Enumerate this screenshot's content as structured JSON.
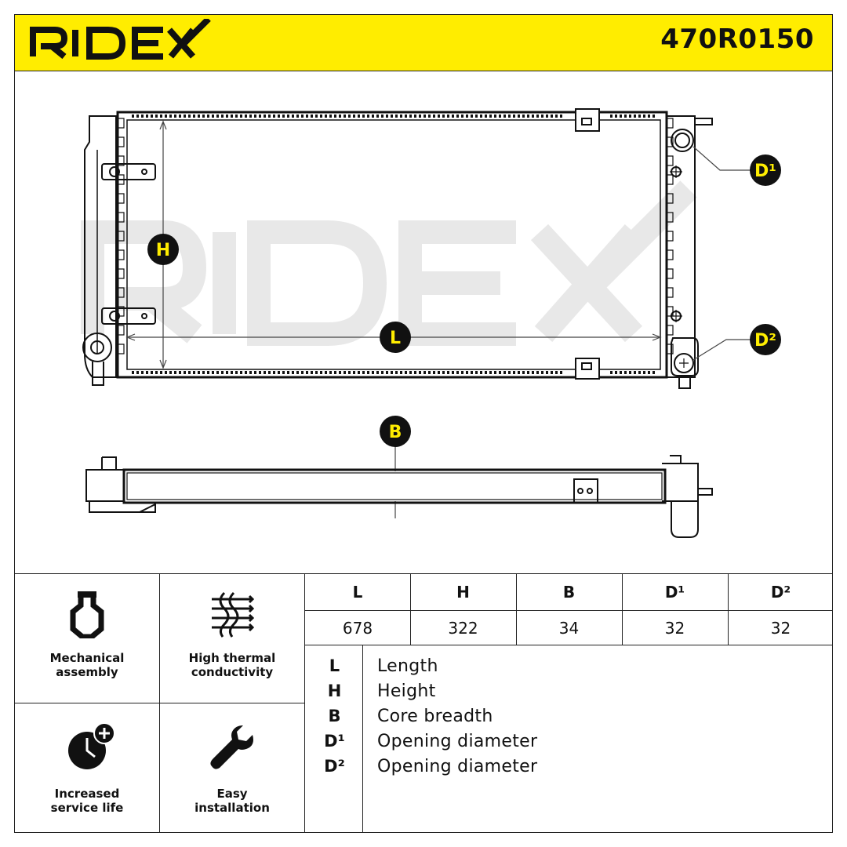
{
  "header": {
    "brand": "RIDEX",
    "part_number": "470R0150"
  },
  "drawing": {
    "labels": {
      "height": "H",
      "length": "L",
      "breadth": "B",
      "d1": "D¹",
      "d2": "D²"
    }
  },
  "features": [
    {
      "icon": "mechanical-assembly-icon",
      "line1": "Mechanical",
      "line2": "assembly"
    },
    {
      "icon": "thermal-conductivity-icon",
      "line1": "High thermal",
      "line2": "conductivity"
    },
    {
      "icon": "service-life-icon",
      "line1": "Increased",
      "line2": "service life"
    },
    {
      "icon": "wrench-icon",
      "line1": "Easy",
      "line2": "installation"
    }
  ],
  "dimensions": {
    "headers": [
      "L",
      "H",
      "B",
      "D¹",
      "D²"
    ],
    "values": [
      "678",
      "322",
      "34",
      "32",
      "32"
    ]
  },
  "legend": [
    {
      "key": "L",
      "text": "Length"
    },
    {
      "key": "H",
      "text": "Height"
    },
    {
      "key": "B",
      "text": "Core breadth"
    },
    {
      "key": "D¹",
      "text": "Opening diameter"
    },
    {
      "key": "D²",
      "text": "Opening diameter"
    }
  ],
  "colors": {
    "brand_yellow": "#ffed00",
    "line": "#222222",
    "watermark": "#e6e6e6"
  }
}
